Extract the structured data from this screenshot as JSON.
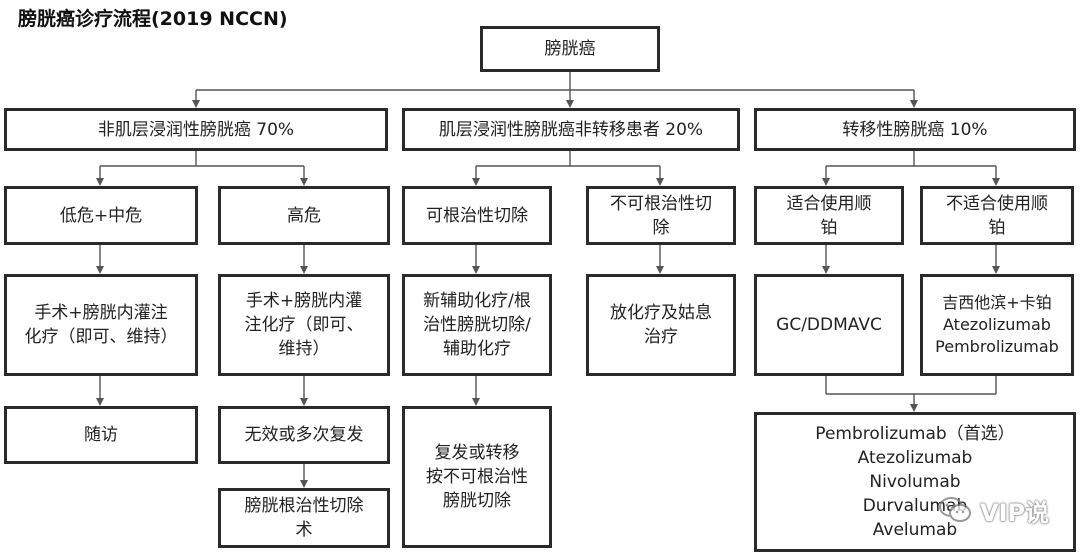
{
  "title": "膀胱癌诊疗流程(2019 NCCN)",
  "root": "膀胱癌",
  "branches": {
    "nmibc": {
      "label": "非肌层浸润性膀胱癌 70%",
      "low_mid": {
        "label": "低危+中危",
        "treatment": "手术+膀胱内灌注\n化疗（即可、维持）",
        "followup": "随访"
      },
      "high": {
        "label": "高危",
        "treatment": "手术+膀胱内灌\n注化疗（即可、\n维持）",
        "failure": "无效或多次复发",
        "surgery": "膀胱根治性切除\n术"
      }
    },
    "mibc": {
      "label": "肌层浸润性膀胱癌非转移患者 20%",
      "resectable": {
        "label": "可根治性切除",
        "treatment": "新辅助化疗/根\n治性膀胱切除/\n辅助化疗",
        "relapse": "复发或转移\n按不可根治性\n膀胱切除"
      },
      "unresectable": {
        "label": "不可根治性切\n除",
        "treatment": "放化疗及姑息\n治疗"
      }
    },
    "metastatic": {
      "label": "转移性膀胱癌 10%",
      "cis_fit": {
        "label": "适合使用顺\n铂",
        "treatment": "GC/DDMAVC"
      },
      "cis_unfit": {
        "label": "不适合使用顺\n铂",
        "treatment": "吉西他滨+卡铂\nAtezolizumab\nPembrolizumab"
      },
      "second_line": "Pembrolizumab（首选）\nAtezolizumab\nNivolumab\nDurvalumab\nAvelumab"
    }
  },
  "watermark": "VIP说",
  "colors": {
    "border": "#2a2a2a",
    "line": "#555555"
  },
  "icons": {
    "watermark": "wechat-chat-bubbles-icon"
  }
}
